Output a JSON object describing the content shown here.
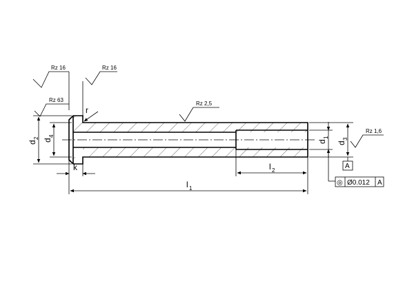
{
  "surface": {
    "rz_top_left": "Rz 16",
    "rz_top_mid": "Rz 16",
    "rz_head": "Rz 63",
    "rz_body": "Rz 2,5",
    "rz_bore": "Rz 1,6"
  },
  "dimensions": {
    "d2": {
      "main": "d",
      "sub": "2"
    },
    "d4": {
      "main": "d",
      "sub": "4"
    },
    "d1": {
      "main": "d",
      "sub": "1"
    },
    "d3": {
      "main": "d",
      "sub": "3"
    },
    "l1": {
      "main": "l",
      "sub": "1"
    },
    "l2": {
      "main": "l",
      "sub": "2"
    },
    "k": "k",
    "r": "r"
  },
  "datum": "A",
  "tolerance": {
    "symbol": "◎",
    "value": "Ø0.012",
    "datum": "A"
  }
}
